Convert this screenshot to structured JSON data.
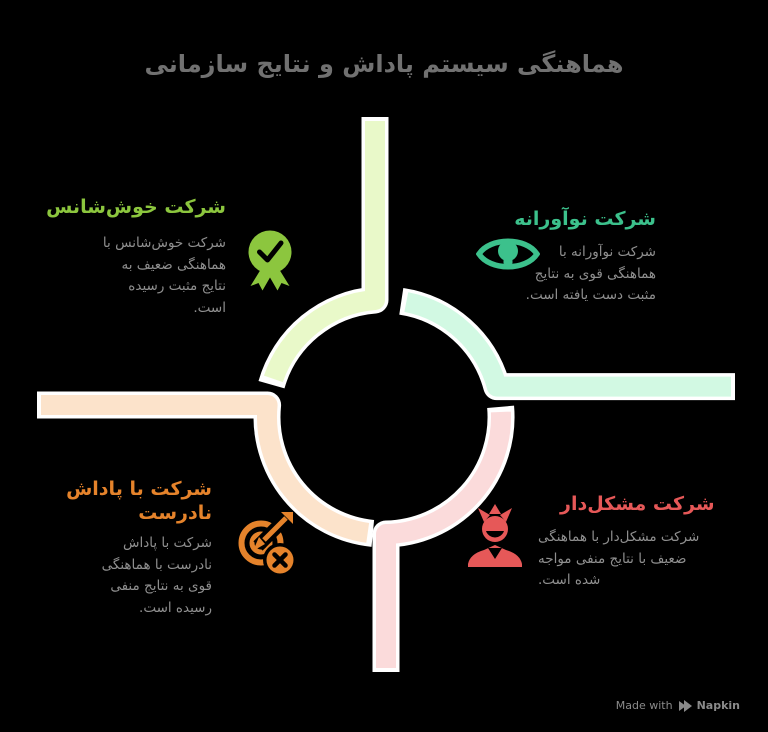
{
  "page": {
    "background": "#000000",
    "outline_color": "#ffffff",
    "body_text_color": "#8f8f8f"
  },
  "header": {
    "title": "هماهنگی سیستم پاداش و نتایج سازمانی",
    "color": "#717171"
  },
  "sections": [
    {
      "id": "lucky",
      "heading": "شرکت خوش‌شانس",
      "body": "شرکت خوش‌شانس با\nهماهنگی ضعیف به\nنتایج مثبت رسیده\nاست.",
      "color": "#8cc63e",
      "arc_color": "#e9f9c9",
      "icon": "medal-check-icon"
    },
    {
      "id": "innovative",
      "heading": "شرکت نوآورانه",
      "body": "شرکت نوآورانه با\nهماهنگی قوی به نتایج\nمثبت دست یافته است.",
      "color": "#3cc18c",
      "arc_color": "#d2f9e3",
      "icon": "eye-bulb-icon"
    },
    {
      "id": "wrong-reward",
      "heading": "شرکت با پاداش\nنادرست",
      "body": "شرکت با پاداش\nنادرست با هماهنگی\nقوی به نتایج منفی\nرسیده است.",
      "color": "#e5832b",
      "arc_color": "#fce3cb",
      "icon": "target-dart-x-icon"
    },
    {
      "id": "troubled",
      "heading": "شرکت مشکل‌دار",
      "body": "شرکت مشکل‌دار با هماهنگی\nضعیف با نتایج منفی مواجه\nشده است.",
      "color": "#e65858",
      "arc_color": "#fbdbdb",
      "icon": "person-icon"
    }
  ],
  "footer": {
    "made_with": "Made with",
    "brand": "Napkin",
    "color": "#8a8a8a"
  }
}
